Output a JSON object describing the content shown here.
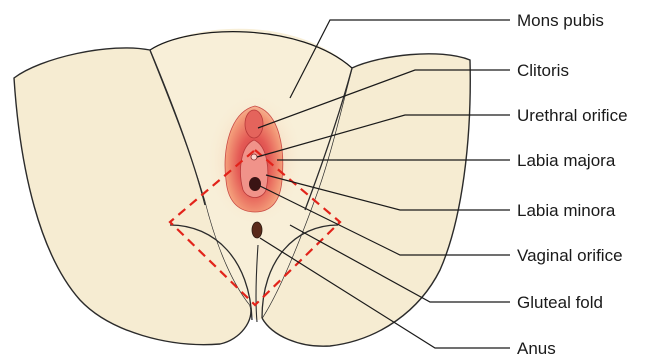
{
  "labels": [
    {
      "id": "mons-pubis",
      "text": "Mons pubis"
    },
    {
      "id": "clitoris",
      "text": "Clitoris"
    },
    {
      "id": "urethral-orifice",
      "text": "Urethral orifice"
    },
    {
      "id": "labia-majora",
      "text": "Labia majora"
    },
    {
      "id": "labia-minora",
      "text": "Labia minora"
    },
    {
      "id": "vaginal-orifice",
      "text": "Vaginal orifice"
    },
    {
      "id": "gluteal-fold",
      "text": "Gluteal fold"
    },
    {
      "id": "anus",
      "text": "Anus"
    }
  ],
  "colors": {
    "skin": "#f6ecd2",
    "skin_shadow": "#e9d9b6",
    "outline": "#2b2b2b",
    "vulva_outer": "#f08f6d",
    "vulva_inner": "#d9474f",
    "perineum_box": "#e2231a",
    "leader": "#1a1a1a"
  }
}
